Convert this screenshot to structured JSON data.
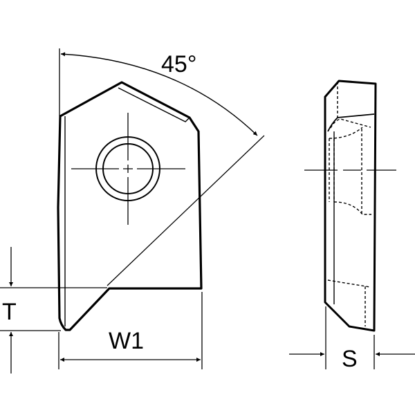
{
  "drawing": {
    "type": "cutting insert technical drawing",
    "colors": {
      "line": "#000000",
      "background": "#ffffff"
    },
    "front_view": {
      "angle_label": "45°",
      "width_label": "W1",
      "thickness_label": "T"
    },
    "side_view": {
      "width_label": "S"
    }
  }
}
